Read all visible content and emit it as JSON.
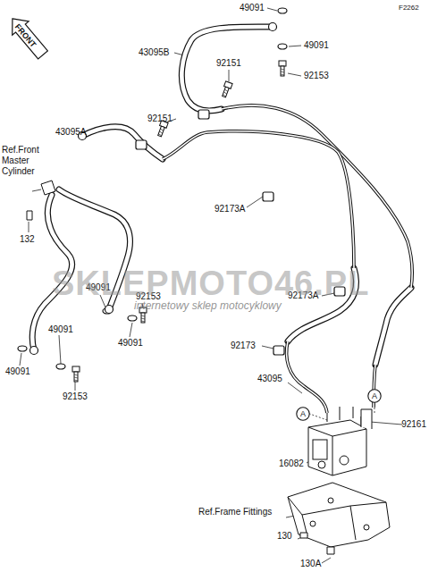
{
  "diagram": {
    "nodes": [
      {
        "text": [
          "A"
        ]
      },
      {
        "text": [
          "A"
        ]
      }
    ],
    "labels": [
      "F2262",
      "FRONT",
      "49091",
      "43095B",
      "49091",
      "92153",
      "92151",
      "92151",
      "43095A",
      "Ref.Front Master Cylinder",
      "132",
      "92173A",
      "92173A",
      "49091",
      "92153",
      "49091",
      "49091",
      "49091",
      "92153",
      "92173",
      "43095",
      "92161",
      "16082",
      "Ref.Frame Fittings",
      "130",
      "130A",
      "SKLEPMOTO46.PL",
      "internetowy sklep motocyklowy"
    ]
  }
}
